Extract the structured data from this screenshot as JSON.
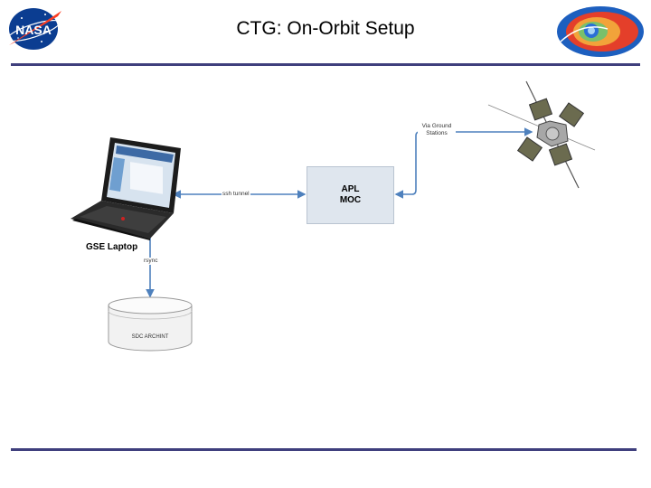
{
  "header": {
    "title": "CTG: On-Orbit Setup",
    "left_logo": "nasa-meatball-logo",
    "right_logo": "radiation-belts-mission-logo",
    "rule_color": "#3f3f7d"
  },
  "diagram": {
    "laptop": {
      "label": "GSE Laptop",
      "icon": "laptop-icon"
    },
    "moc": {
      "label": "APL\nMOC",
      "fill": "#dfe6ee"
    },
    "archive": {
      "label": "SDC ARCHINT",
      "icon": "database-cylinder-icon"
    },
    "spacecraft": {
      "icon": "spacecraft-icon"
    },
    "links": {
      "laptop_moc": "ssh tunnel",
      "laptop_archive": "rsync",
      "moc_spacecraft": "Via Ground\nStations"
    },
    "connector_color": "#4f81bd"
  }
}
